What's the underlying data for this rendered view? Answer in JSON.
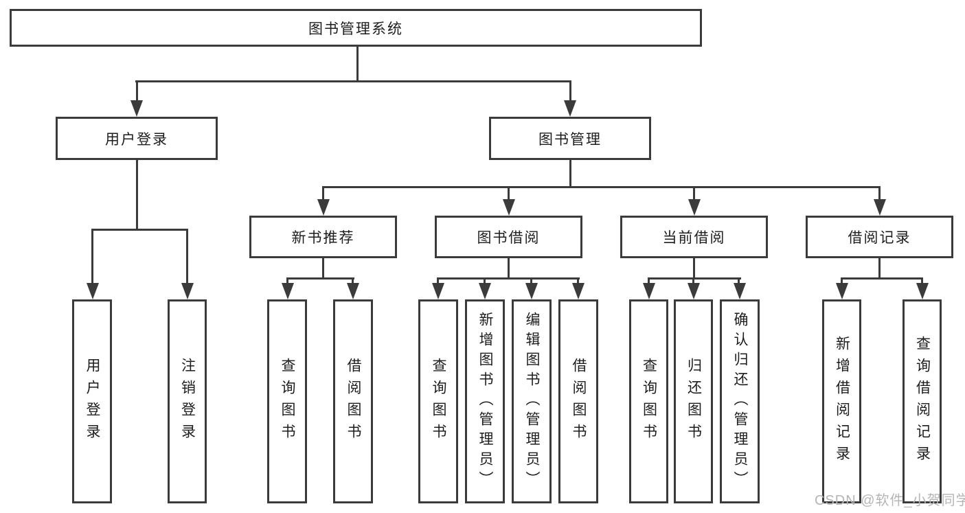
{
  "tree": {
    "root": "图书管理系统",
    "level2": [
      "用户登录",
      "图书管理"
    ],
    "level3": [
      "新书推荐",
      "图书借阅",
      "当前借阅",
      "借阅记录"
    ],
    "leaves_user": [
      "用户登录",
      "注销登录"
    ],
    "leaves_newbook": [
      "查询图书",
      "借阅图书"
    ],
    "leaves_borrow": [
      "查询图书",
      "新增图书（管理员）",
      "编辑图书（管理员）",
      "借阅图书"
    ],
    "leaves_current": [
      "查询图书",
      "归还图书",
      "确认归还（管理员）"
    ],
    "leaves_records": [
      "新增借阅记录",
      "查询借阅记录"
    ]
  },
  "watermark": "CSDN @软件_小贺同学",
  "colors": {
    "line": "#3b3b3b",
    "text": "#1d1d1d",
    "watermark": "#b5b5b5",
    "background": "#ffffff"
  }
}
